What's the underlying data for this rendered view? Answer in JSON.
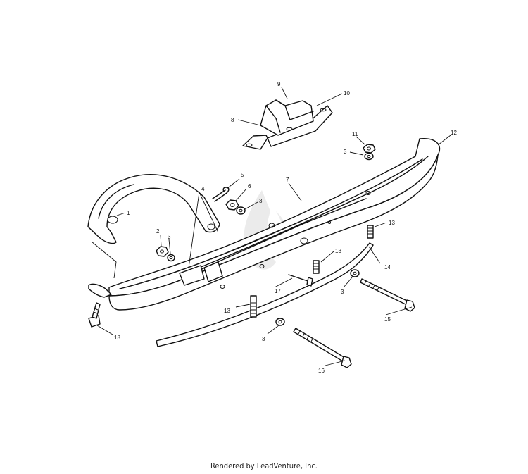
{
  "diagram": {
    "callouts": [
      {
        "id": "c1",
        "label": "1"
      },
      {
        "id": "c2",
        "label": "2"
      },
      {
        "id": "c3a",
        "label": "3"
      },
      {
        "id": "c3b",
        "label": "3"
      },
      {
        "id": "c3c",
        "label": "3"
      },
      {
        "id": "c3d",
        "label": "3"
      },
      {
        "id": "c3e",
        "label": "3"
      },
      {
        "id": "c4",
        "label": "4"
      },
      {
        "id": "c5",
        "label": "5"
      },
      {
        "id": "c6",
        "label": "6"
      },
      {
        "id": "c7",
        "label": "7"
      },
      {
        "id": "c8",
        "label": "8"
      },
      {
        "id": "c9",
        "label": "9"
      },
      {
        "id": "c10",
        "label": "10"
      },
      {
        "id": "c11",
        "label": "11"
      },
      {
        "id": "c12",
        "label": "12"
      },
      {
        "id": "c13a",
        "label": "13"
      },
      {
        "id": "c13b",
        "label": "13"
      },
      {
        "id": "c13c",
        "label": "13"
      },
      {
        "id": "c14",
        "label": "14"
      },
      {
        "id": "c15",
        "label": "15"
      },
      {
        "id": "c16",
        "label": "16"
      },
      {
        "id": "c17",
        "label": "17"
      },
      {
        "id": "c18",
        "label": "18"
      }
    ]
  },
  "footer": {
    "text": "Rendered by LeadVenture, Inc."
  }
}
